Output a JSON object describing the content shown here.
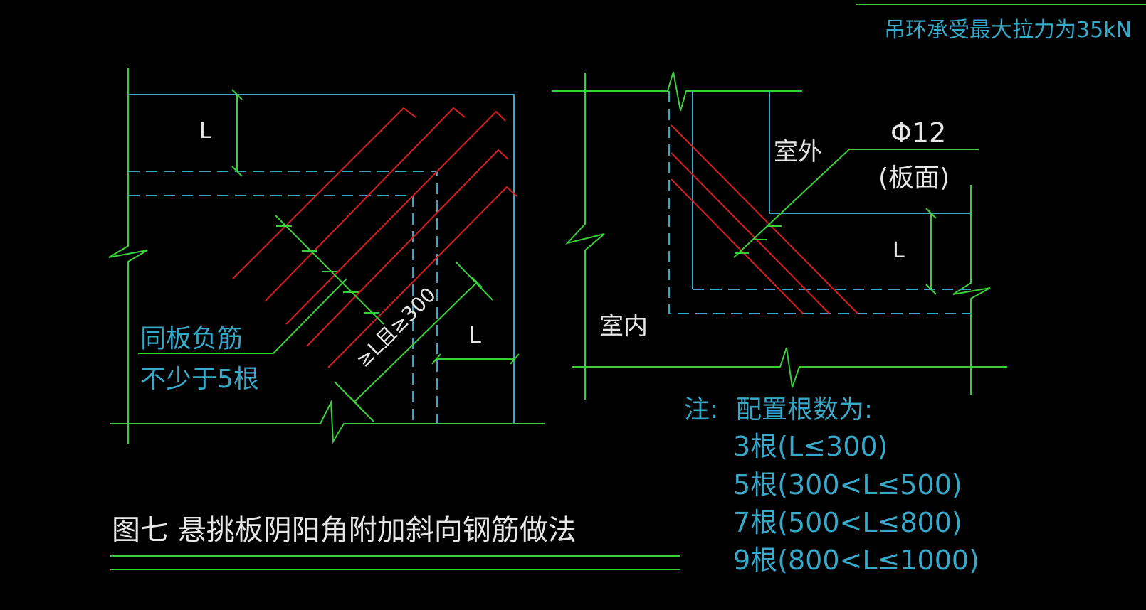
{
  "top_note": "吊环承受最大拉力为35kN",
  "left_detail": {
    "dim_L_top": "L",
    "dim_L_right": "L",
    "diag_dim": "≥L且≥300",
    "bar_label_line1": "同板负筋",
    "bar_label_line2": "不少于5根"
  },
  "right_detail": {
    "outside_label": "室外",
    "inside_label": "室内",
    "bar_spec": "Φ12",
    "bar_position": "(板面)",
    "dim_L": "L"
  },
  "notes": {
    "prefix": "注:",
    "heading": "配置根数为:",
    "rules": [
      "3根(L≤300)",
      "5根(300<L≤500)",
      "7根(500<L≤800)",
      "9根(800<L≤1000)"
    ]
  },
  "figure_title": "图七   悬挑板阴阳角附加斜向钢筋做法",
  "colors": {
    "background": "#000000",
    "slab_outline": "#38a8c8",
    "dimension_line": "#3ccf3c",
    "rebar": "#d81e1e",
    "annotation_text": "#38a8c8",
    "detail_text": "#e6e6e6"
  }
}
